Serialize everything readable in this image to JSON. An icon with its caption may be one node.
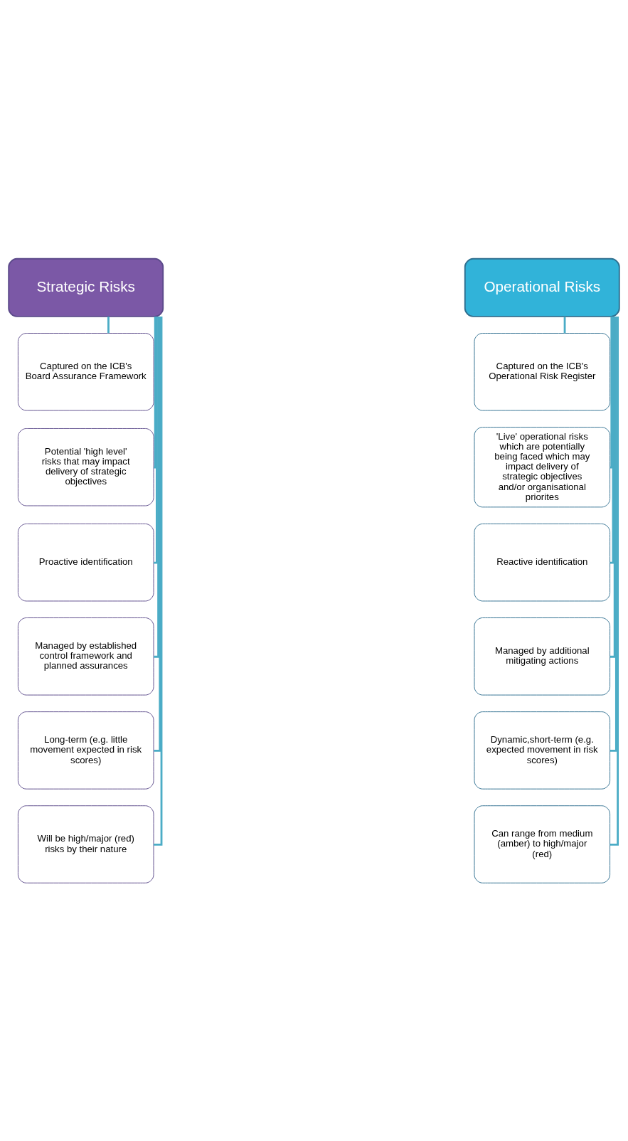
{
  "diagram": {
    "nodes": [
      {
        "text": [
          "Strategic Risks"
        ]
      },
      {
        "text": [
          "Captured on the ICB's Board Assurance Framework"
        ]
      },
      {
        "text": [
          "Potential 'high level' risks that may impact delivery of strategic objectives"
        ]
      },
      {
        "text": [
          "Proactive identification"
        ]
      },
      {
        "text": [
          "Managed by established control framework and planned assurances"
        ]
      },
      {
        "text": [
          "Long-term (e.g. little movement expected in risk scores)"
        ]
      },
      {
        "text": [
          "Will be high/major (red) risks by their nature"
        ]
      },
      {
        "text": [
          "Operational Risks"
        ]
      },
      {
        "text": [
          "Captured on the ICB's Operational Risk Register"
        ]
      },
      {
        "text": [
          "'Live' operational risks which are potentially being faced which may impact delivery of strategic objectives and/or organisational priorites"
        ]
      },
      {
        "text": [
          "Reactive identification"
        ]
      },
      {
        "text": [
          "Managed by additional mitigating actions"
        ]
      },
      {
        "text": [
          "Dynamic,short-term (e.g. expected movement in risk scores)"
        ]
      },
      {
        "text": [
          "Can range from medium (amber) to high/major (red)"
        ]
      }
    ],
    "edges": [
      {
        "from": 0,
        "to": 1,
        "arrow": "none"
      },
      {
        "from": 0,
        "to": 2,
        "arrow": "none"
      },
      {
        "from": 0,
        "to": 3,
        "arrow": "none"
      },
      {
        "from": 0,
        "to": 4,
        "arrow": "none"
      },
      {
        "from": 0,
        "to": 5,
        "arrow": "none"
      },
      {
        "from": 0,
        "to": 6,
        "arrow": "none"
      },
      {
        "from": 7,
        "to": 8,
        "arrow": "none"
      },
      {
        "from": 7,
        "to": 9,
        "arrow": "none"
      },
      {
        "from": 7,
        "to": 10,
        "arrow": "none"
      },
      {
        "from": 7,
        "to": 11,
        "arrow": "none"
      },
      {
        "from": 7,
        "to": 12,
        "arrow": "none"
      },
      {
        "from": 7,
        "to": 13,
        "arrow": "none"
      }
    ]
  }
}
